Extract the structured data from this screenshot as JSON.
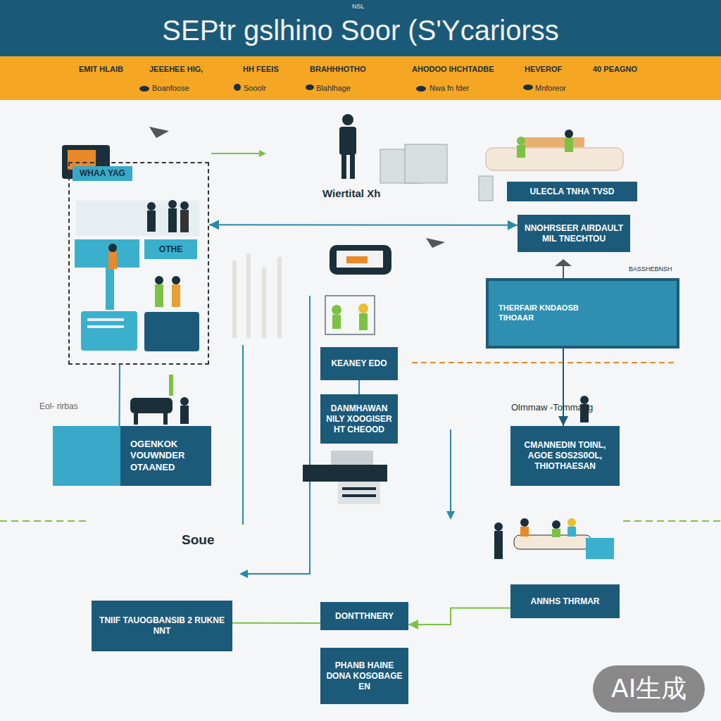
{
  "diagram": {
    "title": "SEPtr gslhino Soor (S'Ycariorss",
    "nodes": [
      {
        "text": [
          "WHAA YAG"
        ]
      },
      {
        "text": [
          "OTHE"
        ],
        "in": 0
      },
      {
        "text": [
          "ULECLA TNHA TVSD"
        ]
      },
      {
        "text": [
          "NNOHRSEER AIRDAULT",
          "MIL TNECHTOU"
        ]
      },
      {
        "text": [
          "THERFAIR KNDAOSB",
          "TIHOAAR"
        ]
      },
      {
        "text": [
          "KEANEY EDO"
        ]
      },
      {
        "text": [
          "DANMHAWAN NILY XOOGISER HT CHEOOD"
        ]
      },
      {
        "text": [
          "OGENKOK VOUWNDER OTAANED"
        ]
      },
      {
        "text": [
          "CMANNEDIN TOINL, AGOE SOS2S0OL, THIOTHAESAN"
        ]
      },
      {
        "text": [
          "TNIIF TAUOGBANSIB 2 RUKNE NNT"
        ]
      },
      {
        "text": [
          "ANNHS THRMAR"
        ]
      },
      {
        "text": [
          "DONTTHNERY"
        ]
      },
      {
        "text": [
          "PHANB HAINE DONA KOSOBAGE EN"
        ]
      }
    ],
    "edges": [
      {
        "from": 0,
        "to": 3,
        "arrow": "both"
      },
      {
        "from": 0,
        "to": 7,
        "arrow": "none"
      },
      {
        "from": 4,
        "to": 8,
        "arrow": "to"
      },
      {
        "from": 10,
        "to": 11,
        "arrow": "to"
      },
      {
        "from": 9,
        "to": 11,
        "arrow": "none"
      },
      {
        "from": 5,
        "to": 6,
        "arrow": "none"
      }
    ],
    "labels": [
      "NSL",
      "EMIT HLAIB",
      "JEEEHEE HIG,",
      "HH FEEIS",
      "BRAHHHOTHO",
      "AHODOO IHCHTADBE",
      "HEVEROF",
      "40 PEAGNO",
      "Boanfoose",
      "Sooolr",
      "Blahlhage",
      "Nwa fn fder",
      "Mnforeor",
      "Wiertital Xh",
      "BASSHEBNSH",
      "Eol- rirbas",
      "Olmmaw -Tommang",
      "Soue",
      "AI生成"
    ]
  }
}
